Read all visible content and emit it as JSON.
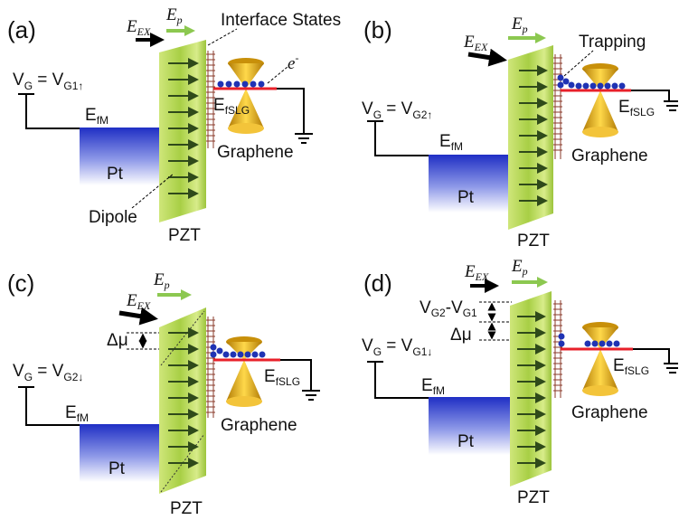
{
  "panels": [
    {
      "id": "a",
      "label": "(a)",
      "vg": {
        "main": "V",
        "sub1": "G",
        "eq": " = V",
        "sub2": "G1↑"
      },
      "efm": {
        "main": "E",
        "sub": "fM"
      },
      "metal": "Pt",
      "pzt": "PZT",
      "ef_slg": {
        "main": "E",
        "sub": "fSLG"
      },
      "graphene": "Graphene",
      "ex": {
        "main": "E",
        "sub": "EX"
      },
      "ep": {
        "main": "E",
        "sub": "p"
      },
      "interface_states": "Interface States",
      "electron": {
        "main": "e",
        "sup": "-"
      },
      "dipole": "Dipole"
    },
    {
      "id": "b",
      "label": "(b)",
      "vg": {
        "main": "V",
        "sub1": "G",
        "eq": " = V",
        "sub2": "G2↑"
      },
      "efm": {
        "main": "E",
        "sub": "fM"
      },
      "metal": "Pt",
      "pzt": "PZT",
      "ef_slg": {
        "main": "E",
        "sub": "fSLG"
      },
      "graphene": "Graphene",
      "ex": {
        "main": "E",
        "sub": "EX"
      },
      "ep": {
        "main": "E",
        "sub": "p"
      },
      "trapping": "Trapping"
    },
    {
      "id": "c",
      "label": "(c)",
      "vg": {
        "main": "V",
        "sub1": "G",
        "eq": " = V",
        "sub2": "G2↓"
      },
      "efm": {
        "main": "E",
        "sub": "fM"
      },
      "metal": "Pt",
      "pzt": "PZT",
      "ef_slg": {
        "main": "E",
        "sub": "fSLG"
      },
      "graphene": "Graphene",
      "ex": {
        "main": "E",
        "sub": "EX"
      },
      "ep": {
        "main": "E",
        "sub": "p"
      },
      "delta_mu": "Δμ"
    },
    {
      "id": "d",
      "label": "(d)",
      "vg": {
        "main": "V",
        "sub1": "G",
        "eq": " = V",
        "sub2": "G1↓"
      },
      "efm": {
        "main": "E",
        "sub": "fM"
      },
      "metal": "Pt",
      "pzt": "PZT",
      "ef_slg": {
        "main": "E",
        "sub": "fSLG"
      },
      "graphene": "Graphene",
      "ex": {
        "main": "E",
        "sub": "EX"
      },
      "ep": {
        "main": "E",
        "sub": "p"
      },
      "vdiff": {
        "a": "V",
        "a_sub": "G2",
        "mid": "-V",
        "b_sub": "G1"
      },
      "delta_mu": "Δμ"
    }
  ],
  "colors": {
    "pzt_fill": "#a8cf45",
    "pzt_light": "#e4f2a6",
    "metal_blue": "#2335c8",
    "fermi_red": "#e8202a",
    "electron_blue": "#1f33b4",
    "cone_gold": "#e5a810",
    "ep_arrow": "#8cc850",
    "dipole_arrow": "#2f4a1a"
  }
}
